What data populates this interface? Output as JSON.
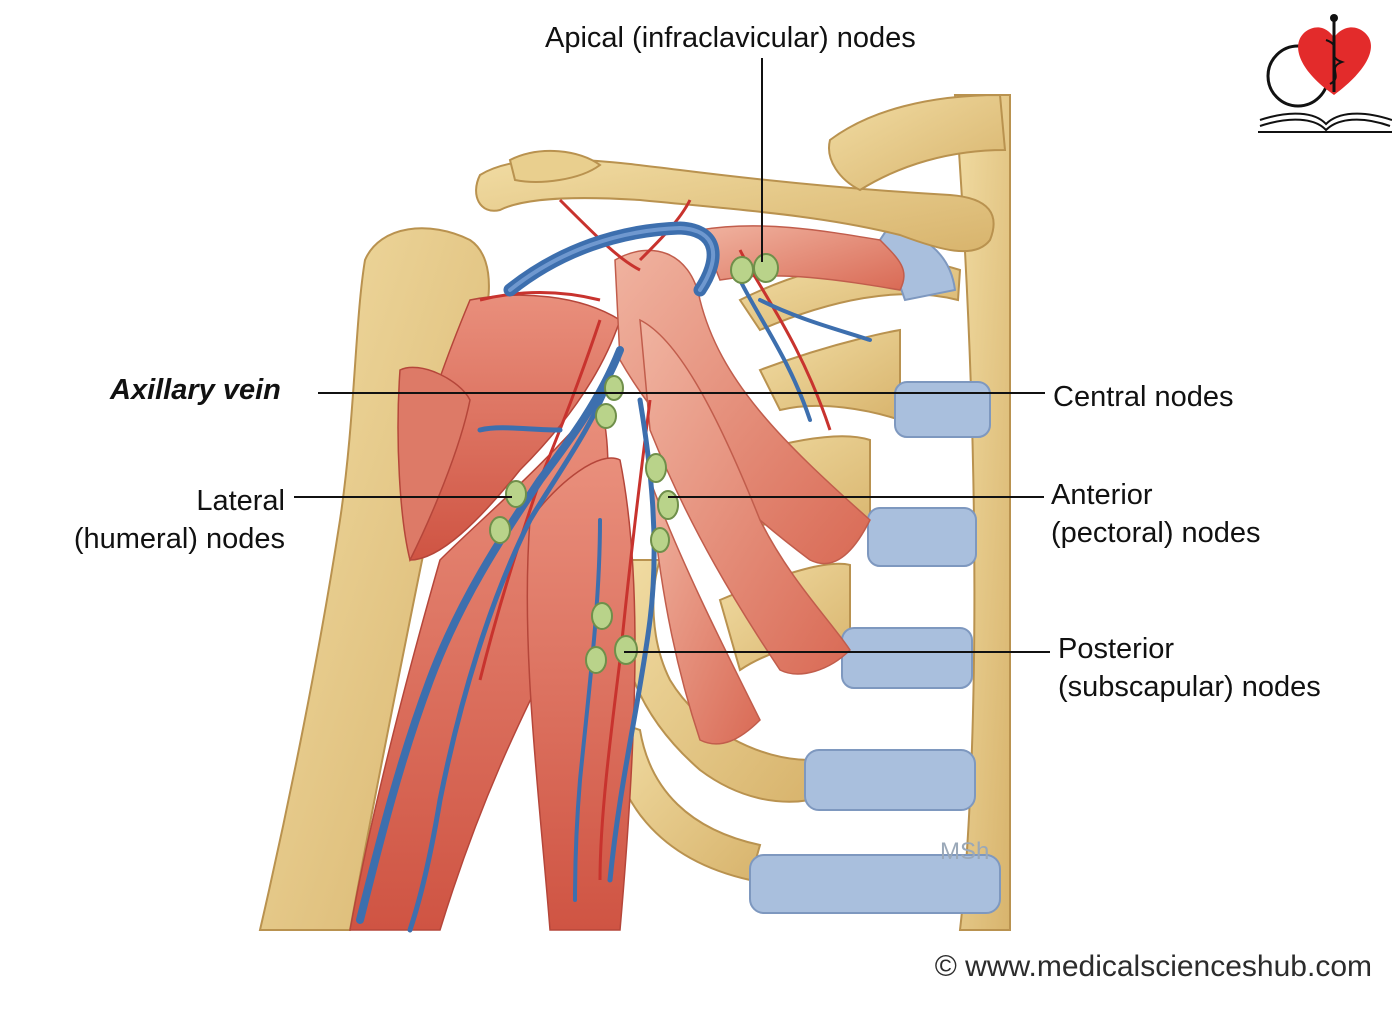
{
  "labels": {
    "apical": "Apical (infraclavicular) nodes",
    "axillary_vein": "Axillary vein",
    "central": "Central nodes",
    "lateral_line1": "Lateral",
    "lateral_line2": "(humeral) nodes",
    "anterior_line1": "Anterior",
    "anterior_line2": "(pectoral) nodes",
    "posterior_line1": "Posterior",
    "posterior_line2": "(subscapular) nodes"
  },
  "watermark": "MSh",
  "copyright": "© www.medicalscienceshub.com",
  "colors": {
    "bone": "#e9cf8e",
    "bone_dark": "#c9a45c",
    "cartilage": "#a9bfdd",
    "muscle": "#d9604f",
    "muscle_light": "#eba08c",
    "vein": "#3d6fae",
    "artery": "#c8332e",
    "node": "#b9d38a",
    "leader": "#111111",
    "logo_heart": "#e32b2b"
  },
  "icons": [
    "stethoscope-heart-logo",
    "open-book-icon",
    "caduceus-icon"
  ]
}
